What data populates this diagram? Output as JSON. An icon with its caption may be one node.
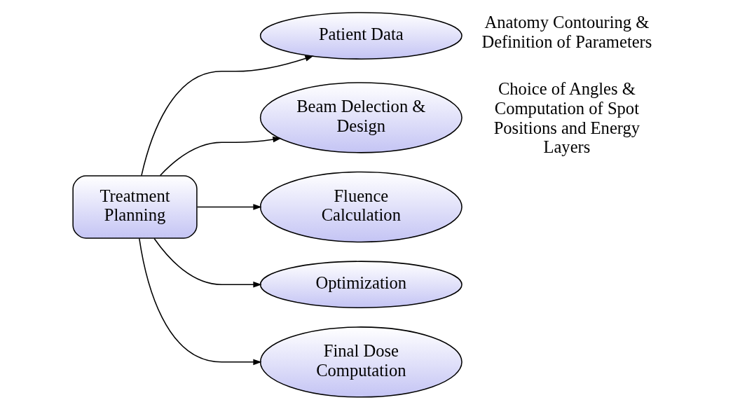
{
  "diagram": {
    "nodes": [
      {
        "text": [
          "Treatment Planning"
        ]
      },
      {
        "text": [
          "Patient Data"
        ],
        "beside": [
          "Anatomy Contouring & Definition of Parameters"
        ]
      },
      {
        "text": [
          "Beam Delection & Design"
        ],
        "beside": [
          "Choice of Angles & Computation of Spot Positions and Energy Layers"
        ]
      },
      {
        "text": [
          "Fluence Calculation"
        ]
      },
      {
        "text": [
          "Optimization"
        ]
      },
      {
        "text": [
          "Final Dose Computation"
        ]
      }
    ],
    "edges": [
      {
        "from": 0,
        "to": 1,
        "arrow": "to"
      },
      {
        "from": 0,
        "to": 2,
        "arrow": "to"
      },
      {
        "from": 0,
        "to": 3,
        "arrow": "to"
      },
      {
        "from": 0,
        "to": 4,
        "arrow": "to"
      },
      {
        "from": 0,
        "to": 5,
        "arrow": "to"
      }
    ]
  }
}
